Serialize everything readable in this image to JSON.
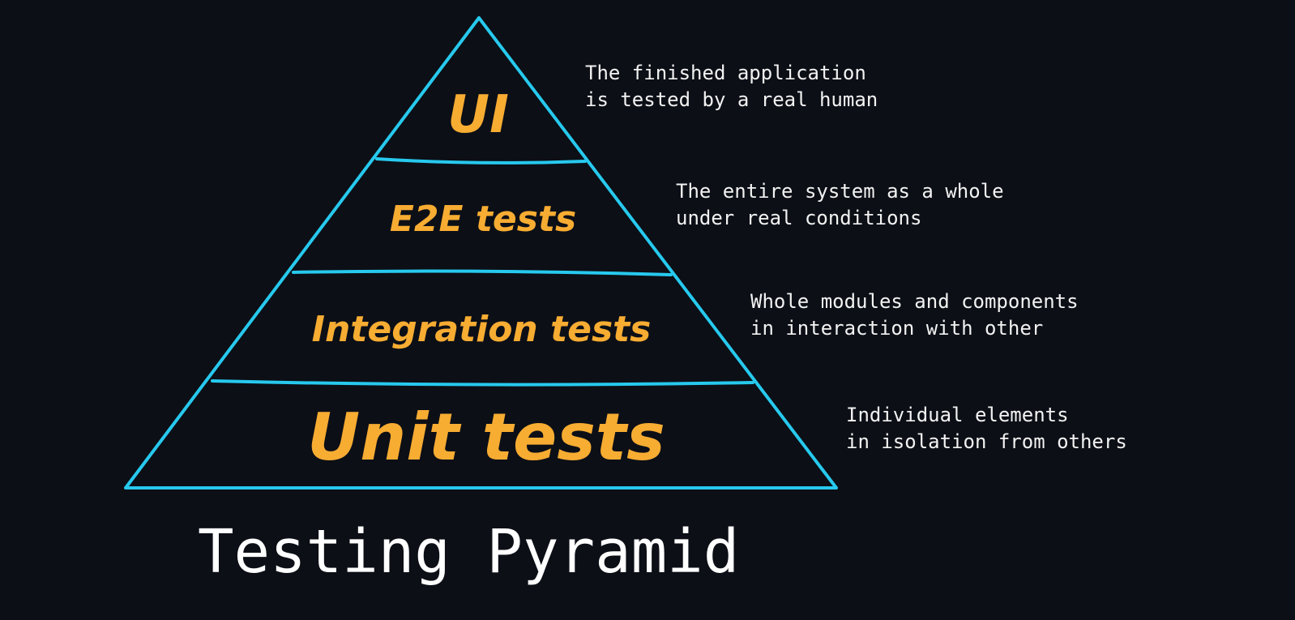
{
  "diagram": {
    "title": "Testing Pyramid",
    "colors": {
      "background": "#0c0f16",
      "outline": "#27c9ee",
      "tier_text": "#f7ac32",
      "description_text": "#f2f2f2"
    },
    "tiers": [
      {
        "label": "UI",
        "description": [
          "The finished application",
          "is tested by a real human"
        ]
      },
      {
        "label": "E2E tests",
        "description": [
          "The entire system as a whole",
          "under real conditions"
        ]
      },
      {
        "label": "Integration tests",
        "description": [
          "Whole modules and components",
          "in interaction with other"
        ]
      },
      {
        "label": "Unit tests",
        "description": [
          "Individual elements",
          "in isolation from others"
        ]
      }
    ]
  }
}
